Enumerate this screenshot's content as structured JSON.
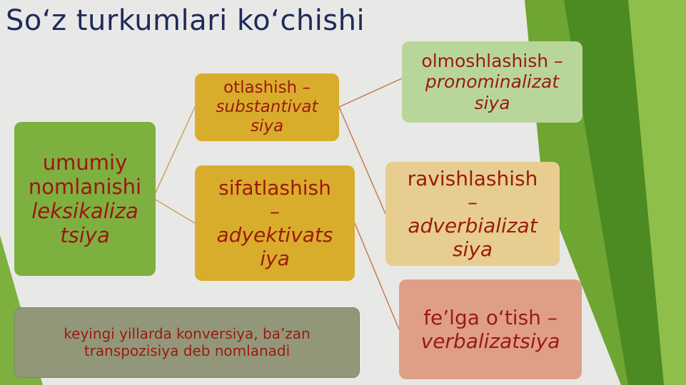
{
  "title": "So‘z turkumlari ko‘chishi",
  "root": {
    "label": "umumiy nomlanishi",
    "term_lines": [
      "leksikaliza",
      "tsiya"
    ]
  },
  "noun": {
    "label": "otlashish –",
    "term_lines": [
      "substantivat",
      "siya"
    ]
  },
  "adjective": {
    "label_lines": [
      "sifatlashish",
      "–"
    ],
    "term_lines": [
      "adyektivats",
      "iya"
    ]
  },
  "pronoun": {
    "label": "olmoshlashish –",
    "term_lines": [
      "pronominalizat",
      "siya"
    ]
  },
  "adverb": {
    "label_lines": [
      "ravishlashish",
      "–"
    ],
    "term_lines": [
      "adverbializat",
      "siya"
    ]
  },
  "verb": {
    "label": "fe’lga o‘tish –",
    "term": "verbalizatsiya"
  },
  "note": {
    "lines": [
      "keyingi yillarda konversiya, ba’zan",
      "transpozisiya deb nomlanadi"
    ]
  },
  "colors": {
    "title": "#1f2a5c",
    "text": "#9a1a10",
    "root": "#7eb03f",
    "mid": "#d9ad2c",
    "pronoun": "#b9d69a",
    "adverb": "#e7cd8f",
    "verb": "#df9f86",
    "note": "#93977a"
  }
}
